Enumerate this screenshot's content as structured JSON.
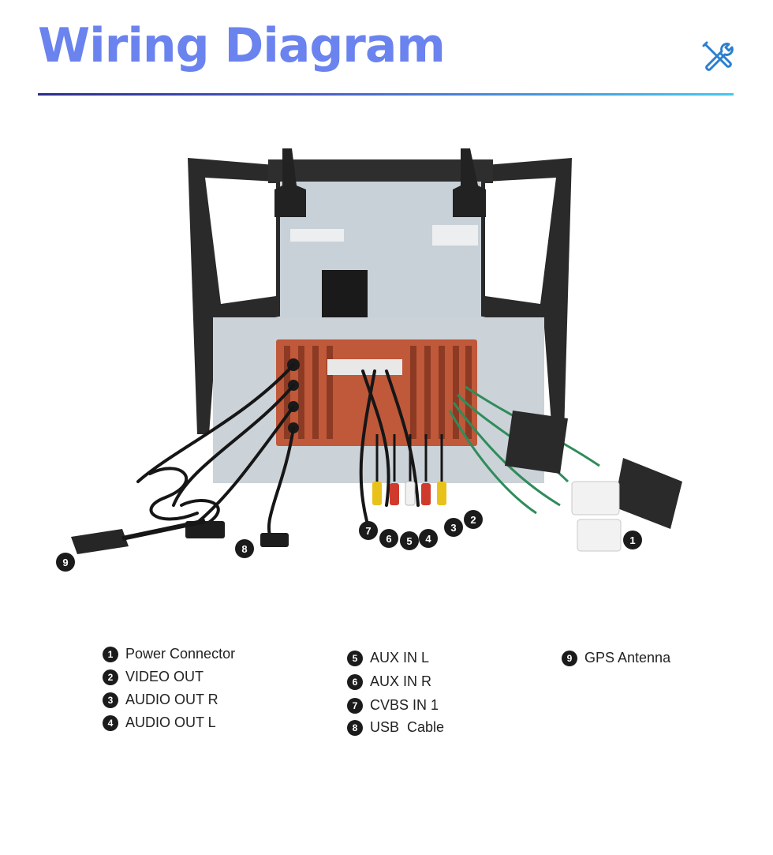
{
  "header": {
    "title": "Wiring Diagram",
    "icon": "tools-icon",
    "accent_color": "#6a83ee",
    "rule_gradient": [
      "#2a2c8c",
      "#45c7ee"
    ]
  },
  "callouts": [
    "1",
    "2",
    "3",
    "4",
    "5",
    "6",
    "7",
    "8",
    "9"
  ],
  "legend": {
    "col1": [
      {
        "num": "1",
        "label": "Power Connector"
      },
      {
        "num": "2",
        "label": "VIDEO OUT"
      },
      {
        "num": "3",
        "label": "AUDIO OUT R"
      },
      {
        "num": "4",
        "label": "AUDIO OUT L"
      }
    ],
    "col2": [
      {
        "num": "5",
        "label": "AUX IN L"
      },
      {
        "num": "6",
        "label": "AUX IN R"
      },
      {
        "num": "7",
        "label": "CVBS IN 1"
      },
      {
        "num": "8",
        "label": "USB  Cable"
      }
    ],
    "col3": [
      {
        "num": "9",
        "label": "GPS Antenna"
      }
    ]
  }
}
